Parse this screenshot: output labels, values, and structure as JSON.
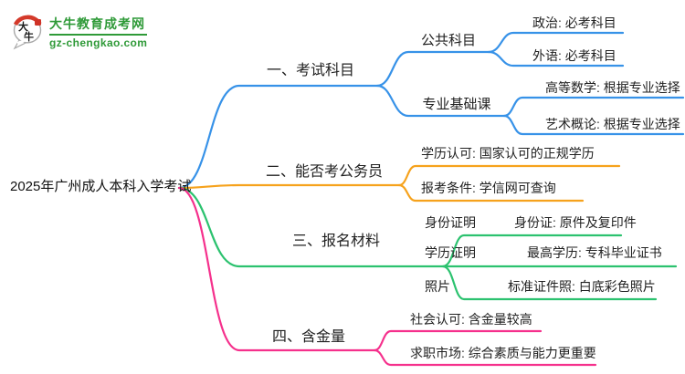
{
  "logo": {
    "icon_text_top": "大",
    "icon_text_bottom": "牛",
    "brand": "大牛教育成考网",
    "domain": "gz-chengkao.com",
    "brand_color": "#2f9a38",
    "seal_color": "#cf3327",
    "arc_color": "#d43a2b"
  },
  "root": {
    "label": "2025年广州成人本科入学考试"
  },
  "branches": [
    {
      "label": "一、考试科目",
      "color": "#3792e8",
      "children": [
        {
          "label": "公共科目",
          "children": [
            {
              "label": "政治: 必考科目"
            },
            {
              "label": "外语: 必考科目"
            }
          ]
        },
        {
          "label": "专业基础课",
          "children": [
            {
              "label": "高等数学: 根据专业选择"
            },
            {
              "label": "艺术概论: 根据专业选择"
            }
          ]
        }
      ]
    },
    {
      "label": "二、能否考公务员",
      "color": "#f6a21c",
      "children": [
        {
          "label": "学历认可: 国家认可的正规学历"
        },
        {
          "label": "报考条件: 学信网可查询"
        }
      ]
    },
    {
      "label": "三、报名材料",
      "color": "#2cc26f",
      "children": [
        {
          "label": "身份证明",
          "children": [
            {
              "label": "身份证: 原件及复印件"
            }
          ]
        },
        {
          "label": "学历证明",
          "children": [
            {
              "label": "最高学历: 专科毕业证书"
            }
          ]
        },
        {
          "label": "照片",
          "children": [
            {
              "label": "标准证件照: 白底彩色照片"
            }
          ]
        }
      ]
    },
    {
      "label": "四、含金量",
      "color": "#f5308c",
      "children": [
        {
          "label": "社会认可: 含金量较高"
        },
        {
          "label": "求职市场: 综合素质与能力更重要"
        }
      ]
    }
  ]
}
